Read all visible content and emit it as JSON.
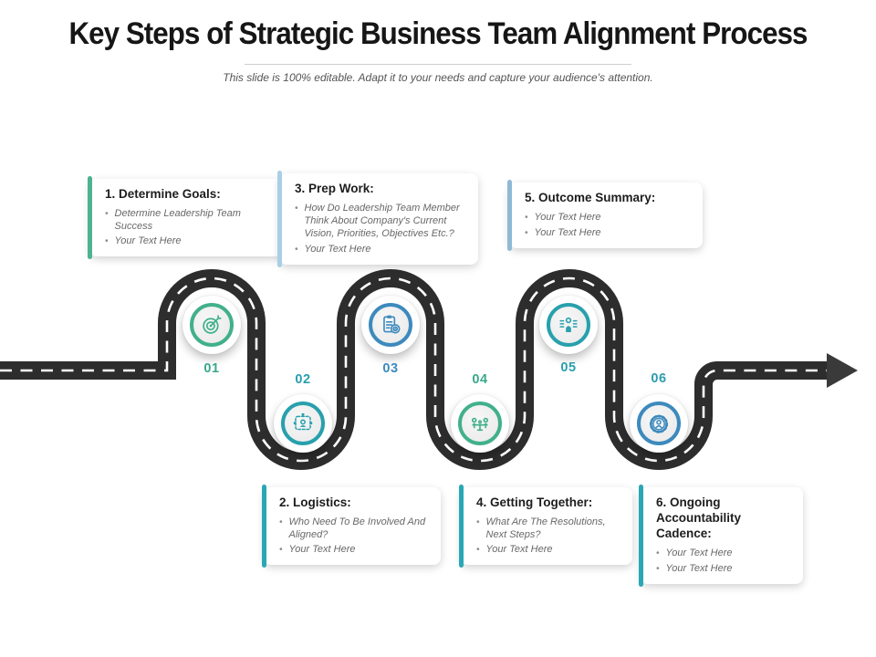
{
  "header": {
    "title": "Key Steps of Strategic Business Team Alignment Process",
    "subtitle": "This slide is 100% editable. Adapt it to your needs and capture your audience's attention."
  },
  "road": {
    "asphalt": "#2d2d2d",
    "lane_dash": "#ffffff",
    "arrow": "#3a3a3a"
  },
  "steps": [
    {
      "id": "01",
      "title": "1. Determine Goals:",
      "bullets": [
        "Determine Leadership Team Success",
        "Your Text Here"
      ],
      "accent": "#4db391",
      "ring": "#41b08c",
      "num_color": "#3aa88d",
      "icon": "target-icon"
    },
    {
      "id": "02",
      "title": "2. Logistics:",
      "bullets": [
        "Who Need To Be Involved And Aligned?",
        "Your Text Here"
      ],
      "accent": "#2aa7b5",
      "ring": "#28a0ad",
      "num_color": "#2a9fae",
      "icon": "team-network-icon"
    },
    {
      "id": "03",
      "title": "3. Prep Work:",
      "bullets": [
        "How Do Leadership Team Member Think About Company's Current Vision, Priorities, Objectives Etc.?",
        "Your Text Here"
      ],
      "accent": "#a9cfe5",
      "ring": "#3d8abd",
      "num_color": "#3d8abd",
      "icon": "clipboard-target-icon"
    },
    {
      "id": "04",
      "title": "4. Getting Together:",
      "bullets": [
        "What Are The Resolutions, Next Steps?",
        "Your Text Here"
      ],
      "accent": "#2aa7b5",
      "ring": "#41b08c",
      "num_color": "#3aa88d",
      "icon": "meeting-icon"
    },
    {
      "id": "05",
      "title": "5. Outcome Summary:",
      "bullets": [
        "Your Text Here",
        "Your Text Here"
      ],
      "accent": "#8fb9d6",
      "ring": "#28a0ad",
      "num_color": "#2a9fae",
      "icon": "presenter-icon"
    },
    {
      "id": "06",
      "title": "6. Ongoing Accountability Cadence:",
      "bullets": [
        "Your Text Here",
        "Your Text Here"
      ],
      "accent": "#2aa7b5",
      "ring": "#3d8abd",
      "num_color": "#2d9cb0",
      "icon": "person-gear-icon"
    }
  ]
}
